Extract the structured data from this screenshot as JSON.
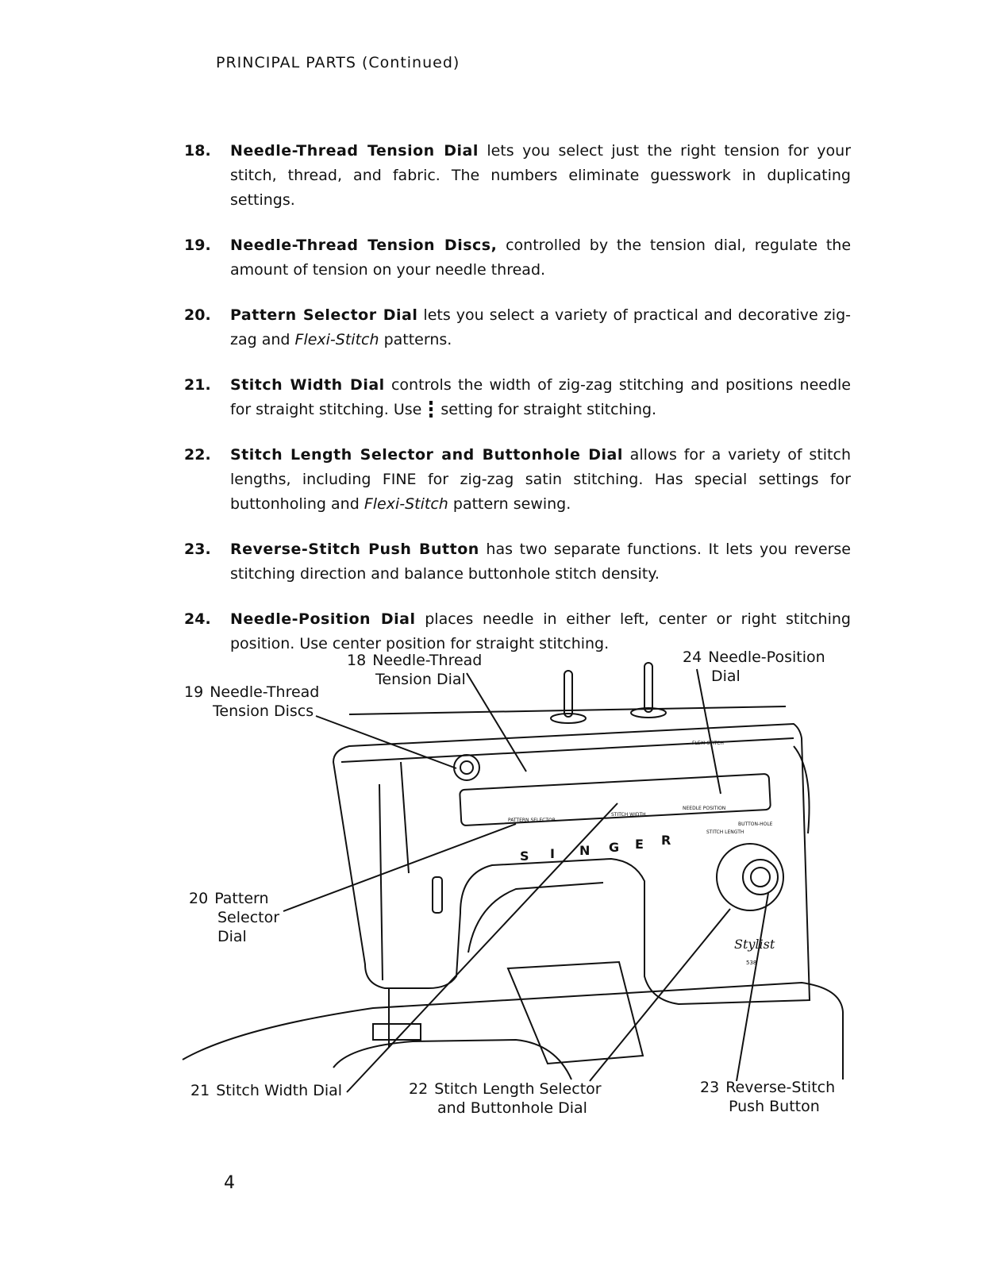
{
  "header": "PRINCIPAL PARTS (Continued)",
  "items": [
    {
      "num": "18.",
      "term": "Needle-Thread Tension Dial",
      "text_a": " lets you select just the right tension for your stitch, thread, and fabric. The numbers eliminate guesswork in duplicating settings."
    },
    {
      "num": "19.",
      "term": "Needle-Thread Tension Discs,",
      "text_a": " controlled by the tension dial, regulate the amount of tension on your needle thread."
    },
    {
      "num": "20.",
      "term": "Pattern Selector Dial",
      "text_a": " lets you select a variety of practical and decorative zig-zag and ",
      "italic": "Flexi-Stitch",
      "text_b": " patterns."
    },
    {
      "num": "21.",
      "term": "Stitch Width Dial",
      "text_a": " controls the width of zig-zag stitching and positions needle for straight stitching. Use",
      "text_b": "setting for straight stitching."
    },
    {
      "num": "22.",
      "term": "Stitch Length Selector and Buttonhole Dial",
      "text_a": " allows for a variety of stitch lengths, including FINE for zig-zag satin stitching. Has special settings for buttonholing and ",
      "italic": "Flexi-Stitch",
      "text_b": " pattern sewing."
    },
    {
      "num": "23.",
      "term": "Reverse-Stitch Push Button",
      "text_a": " has two separate functions. It lets you reverse stitching direction and balance buttonhole stitch density."
    },
    {
      "num": "24.",
      "term": "Needle-Position Dial",
      "text_a": " places needle in either left, center or right stitching position. Use center position for straight stitching."
    }
  ],
  "callouts": {
    "c18": {
      "num": "18",
      "line1": "Needle-Thread",
      "line2": "Tension Dial"
    },
    "c19": {
      "num": "19",
      "line1": "Needle-Thread",
      "line2": "Tension Discs"
    },
    "c24": {
      "num": "24",
      "line1": "Needle-Position",
      "line2": "Dial"
    },
    "c20": {
      "num": "20",
      "line1": "Pattern",
      "line2": "Selector",
      "line3": "Dial"
    },
    "c21": {
      "num": "21",
      "line1": "Stitch Width Dial"
    },
    "c22": {
      "num": "22",
      "line1": "Stitch Length Selector",
      "line2": "and Buttonhole Dial"
    },
    "c23": {
      "num": "23",
      "line1": "Reverse-Stitch",
      "line2": "Push Button"
    }
  },
  "machine": {
    "brand_letters": [
      "S",
      "I",
      "N",
      "G",
      "E",
      "R"
    ],
    "panel_labels": {
      "pattern": "PATTERN SELECTOR",
      "width": "STITCH WIDTH",
      "position": "NEEDLE POSITION",
      "length": "STITCH LENGTH",
      "buttonhole": "BUTTON-HOLE",
      "flexi": "FLEXI-STITCH"
    },
    "model_script": "Stylist",
    "model_number": "538"
  },
  "page_number": "4"
}
